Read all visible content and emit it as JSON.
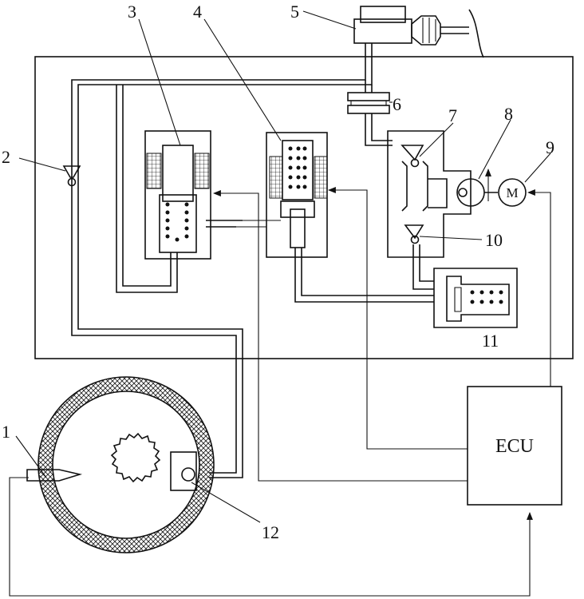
{
  "labels": {
    "l1": "1",
    "l2": "2",
    "l3": "3",
    "l4": "4",
    "l5": "5",
    "l6": "6",
    "l7": "7",
    "l8": "8",
    "l9": "9",
    "l10": "10",
    "l11": "11",
    "l12": "12"
  },
  "ecu": "ECU",
  "motor": "M"
}
